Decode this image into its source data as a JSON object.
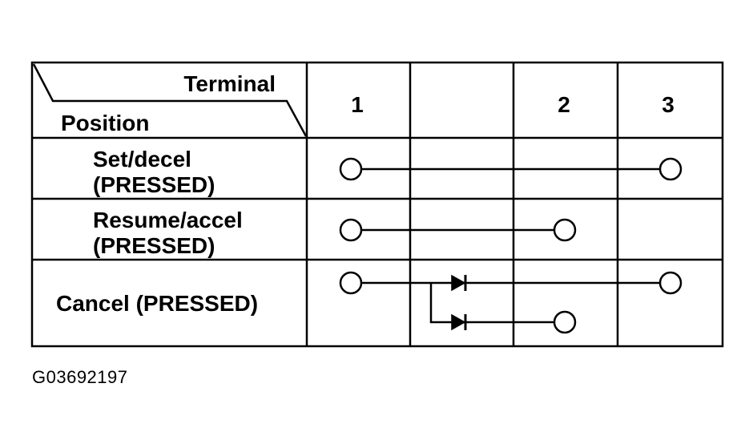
{
  "header": {
    "terminal_label": "Terminal",
    "position_label": "Position",
    "columns": [
      "1",
      "",
      "2",
      "3"
    ]
  },
  "rows": [
    {
      "line1": "Set/decel",
      "line2": "(PRESSED)"
    },
    {
      "line1": "Resume/accel",
      "line2": "(PRESSED)"
    },
    {
      "line1": "Cancel (PRESSED)",
      "line2": ""
    }
  ],
  "figure_id": "G03692197",
  "colors": {
    "ink": "#000000",
    "paper": "#ffffff"
  }
}
